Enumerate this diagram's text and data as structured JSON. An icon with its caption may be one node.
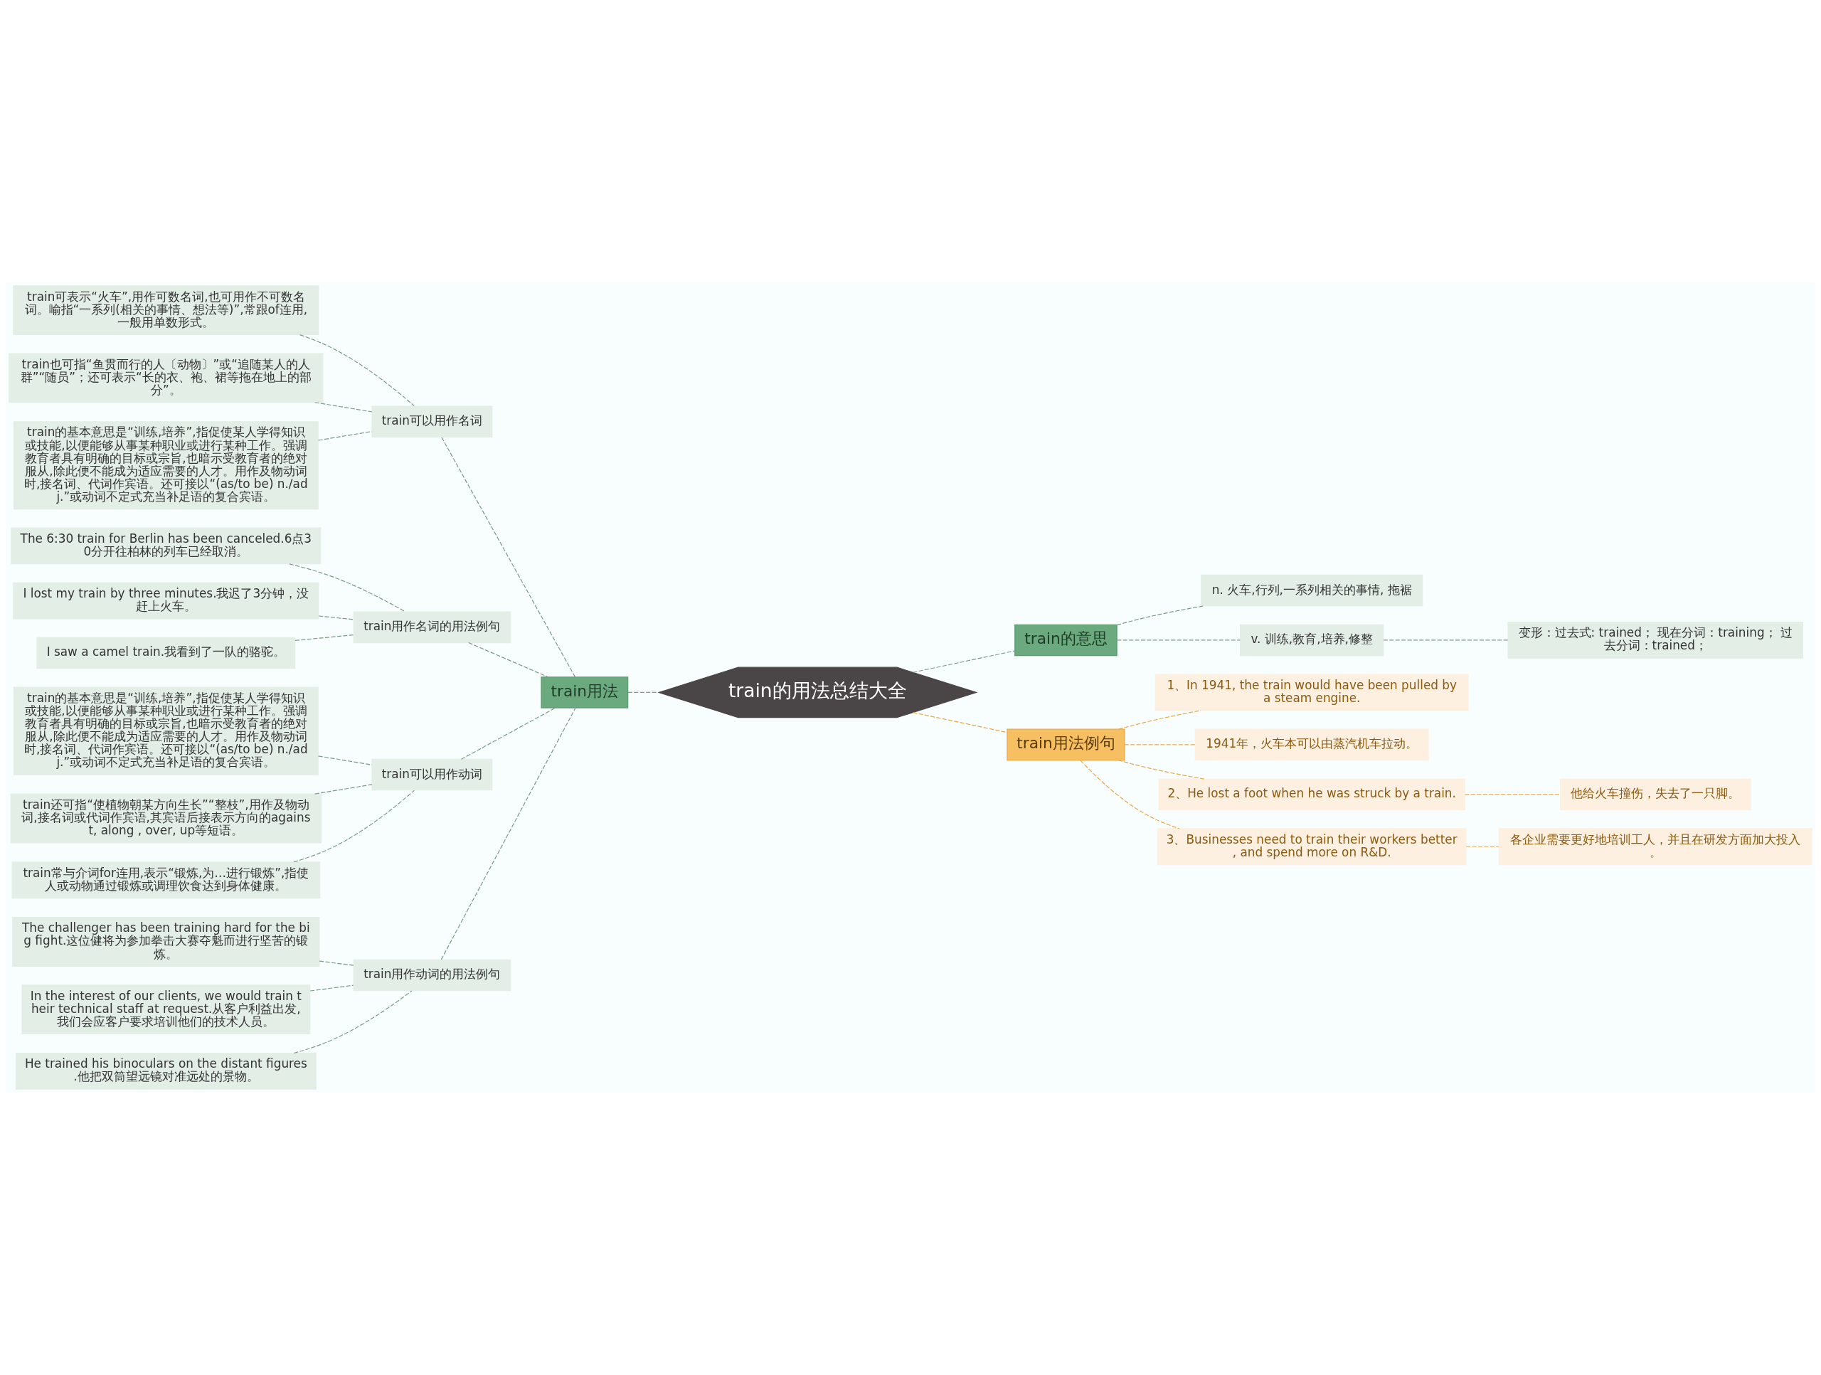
{
  "diagram": {
    "nodes": [
      {
        "text": [
          "train的用法总结大全"
        ]
      },
      {
        "text": [
          "train用法"
        ]
      },
      {
        "text": [
          "train可以用作名词"
        ]
      },
      {
        "text": [
          "train可表示“火车”,用作可数名词,也可用作不可数名词。喻指“一系列(相关的事情、想法等)”,常跟of连用,一般用单数形式。"
        ]
      },
      {
        "text": [
          "train也可指“鱼贯而行的人〔动物〕”或“追随某人的人群”“随员”；还可表示“长的衣、袍、裙等拖在地上的部分”。"
        ]
      },
      {
        "text": [
          "train的基本意思是“训练,培养”,指促使某人学得知识或技能,以便能够从事某种职业或进行某种工作。强调教育者具有明确的目标或宗旨,也暗示受教育者的绝对服从,除此便不能成为适应需要的人才。用作及物动词时,接名词、代词作宾语。还可接以“(as/to be) n./adj.”或动词不定式充当补足语的复合宾语。"
        ]
      },
      {
        "text": [
          "train用作名词的用法例句"
        ]
      },
      {
        "text": [
          "The 6:30 train for Berlin has been canceled.6点30分开往柏林的列车已经取消。"
        ]
      },
      {
        "text": [
          "I lost my train by three minutes.我迟了3分钟，没赶上火车。"
        ]
      },
      {
        "text": [
          "I saw a camel train.我看到了一队的骆驼。"
        ]
      },
      {
        "text": [
          "train可以用作动词"
        ]
      },
      {
        "text": [
          "train的基本意思是“训练,培养”,指促使某人学得知识或技能,以便能够从事某种职业或进行某种工作。强调教育者具有明确的目标或宗旨,也暗示受教育者的绝对服从,除此便不能成为适应需要的人才。用作及物动词时,接名词、代词作宾语。还可接以“(as/to be) n./adj.”或动词不定式充当补足语的复合宾语。"
        ]
      },
      {
        "text": [
          "train还可指“使植物朝某方向生长”“整枝”,用作及物动词,接名词或代词作宾语,其宾语后接表示方向的against, along , over, up等短语。"
        ]
      },
      {
        "text": [
          "train常与介词for连用,表示“锻炼,为…进行锻炼”,指使人或动物通过锻炼或调理饮食达到身体健康。"
        ]
      },
      {
        "text": [
          "train用作动词的用法例句"
        ]
      },
      {
        "text": [
          "The challenger has been training hard for the big fight.这位健将为参加拳击大赛夺魁而进行坚苦的锻炼。"
        ]
      },
      {
        "text": [
          "In the interest of our clients, we would train their technical staff at request.从客户利益出发,我们会应客户要求培训他们的技术人员。"
        ]
      },
      {
        "text": [
          "He trained his binoculars on the distant figures.他把双筒望远镜对准远处的景物。"
        ]
      },
      {
        "text": [
          "train的意思"
        ]
      },
      {
        "text": [
          "n. 火车,行列,一系列相关的事情, 拖裾"
        ]
      },
      {
        "text": [
          "v. 训练,教育,培养,修整"
        ]
      },
      {
        "text": [
          "变形：过去式: trained； 现在分词：training； 过去分词：trained；"
        ]
      },
      {
        "text": [
          "train用法例句"
        ]
      },
      {
        "text": [
          "1、In 1941, the train would have been pulled by a steam engine."
        ]
      },
      {
        "text": [
          "1941年，火车本可以由蒸汽机车拉动。"
        ]
      },
      {
        "text": [
          "2、He lost a foot when he was struck by a train."
        ]
      },
      {
        "text": [
          "他给火车撞伤，失去了一只脚。"
        ]
      },
      {
        "text": [
          "3、Businesses need to train their workers better, and spend more on R&D."
        ]
      },
      {
        "text": [
          "各企业需要更好地培训工人，并且在研发方面加大投入。"
        ]
      }
    ],
    "edges": [
      {
        "from": 1,
        "to": 0,
        "arrow": "none",
        "style": "dashed"
      },
      {
        "from": 2,
        "to": 1,
        "arrow": "none",
        "style": "dashed"
      },
      {
        "from": 3,
        "to": 2,
        "arrow": "none",
        "style": "dashed"
      },
      {
        "from": 4,
        "to": 2,
        "arrow": "none",
        "style": "dashed"
      },
      {
        "from": 5,
        "to": 2,
        "arrow": "none",
        "style": "dashed"
      },
      {
        "from": 6,
        "to": 1,
        "arrow": "none",
        "style": "dashed"
      },
      {
        "from": 7,
        "to": 6,
        "arrow": "none",
        "style": "dashed"
      },
      {
        "from": 8,
        "to": 6,
        "arrow": "none",
        "style": "dashed"
      },
      {
        "from": 9,
        "to": 6,
        "arrow": "none",
        "style": "dashed"
      },
      {
        "from": 10,
        "to": 1,
        "arrow": "none",
        "style": "dashed"
      },
      {
        "from": 11,
        "to": 10,
        "arrow": "none",
        "style": "dashed"
      },
      {
        "from": 12,
        "to": 10,
        "arrow": "none",
        "style": "dashed"
      },
      {
        "from": 13,
        "to": 10,
        "arrow": "none",
        "style": "dashed"
      },
      {
        "from": 14,
        "to": 1,
        "arrow": "none",
        "style": "dashed"
      },
      {
        "from": 15,
        "to": 14,
        "arrow": "none",
        "style": "dashed"
      },
      {
        "from": 16,
        "to": 14,
        "arrow": "none",
        "style": "dashed"
      },
      {
        "from": 17,
        "to": 14,
        "arrow": "none",
        "style": "dashed"
      },
      {
        "from": 0,
        "to": 18,
        "arrow": "none",
        "style": "dashed"
      },
      {
        "from": 18,
        "to": 19,
        "arrow": "none",
        "style": "dashed"
      },
      {
        "from": 18,
        "to": 20,
        "arrow": "none",
        "style": "dashed"
      },
      {
        "from": 20,
        "to": 21,
        "arrow": "none",
        "style": "dashed"
      },
      {
        "from": 0,
        "to": 22,
        "arrow": "none",
        "style": "dashed",
        "color": "#e8a84a"
      },
      {
        "from": 22,
        "to": 23,
        "arrow": "none",
        "style": "dashed",
        "color": "#e8a84a"
      },
      {
        "from": 22,
        "to": 24,
        "arrow": "none",
        "style": "dashed",
        "color": "#e8a84a"
      },
      {
        "from": 22,
        "to": 25,
        "arrow": "none",
        "style": "dashed",
        "color": "#e8a84a"
      },
      {
        "from": 25,
        "to": 26,
        "arrow": "none",
        "style": "dashed",
        "color": "#e8a84a"
      },
      {
        "from": 22,
        "to": 27,
        "arrow": "none",
        "style": "dashed",
        "color": "#e8a84a"
      },
      {
        "from": 27,
        "to": 28,
        "arrow": "none",
        "style": "dashed",
        "color": "#e8a84a"
      }
    ]
  }
}
